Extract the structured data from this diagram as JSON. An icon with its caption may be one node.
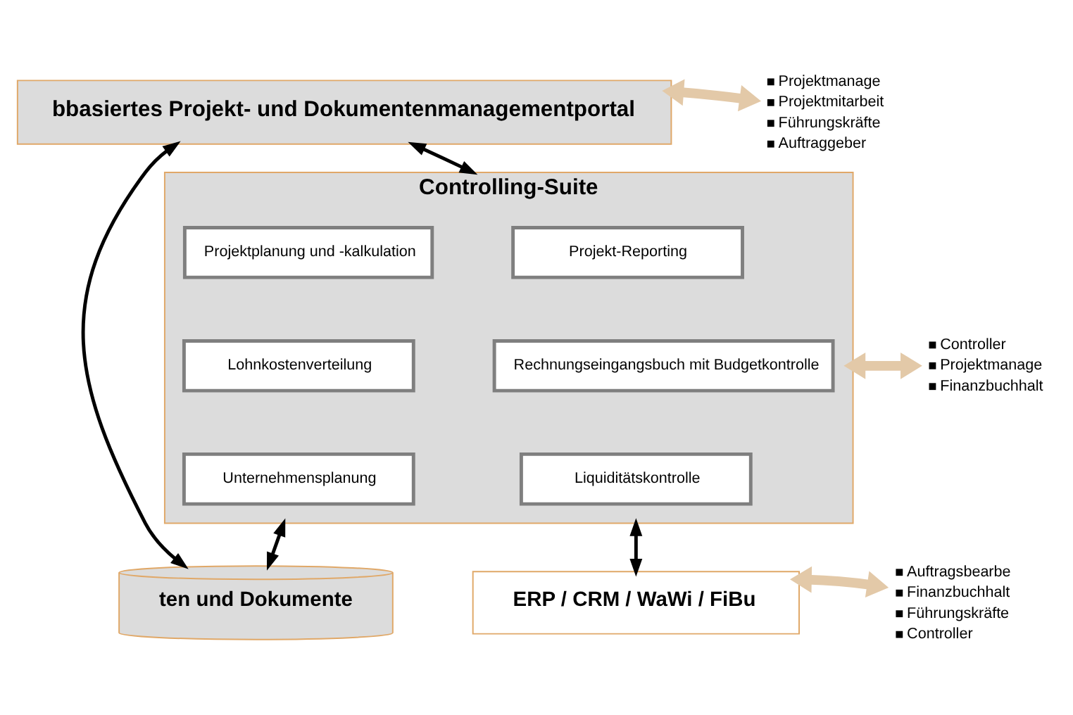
{
  "diagram": {
    "nodes": [
      {
        "text": [
          "bbasiertes Projekt- und Dokumentenmanagementportal"
        ]
      },
      {
        "text": [
          "Controlling-Suite"
        ]
      },
      {
        "text": [
          "Projektplanung und -kalkulation"
        ],
        "in": 1
      },
      {
        "text": [
          "Projekt-Reporting"
        ],
        "in": 1
      },
      {
        "text": [
          "Lohnkostenverteilung"
        ],
        "in": 1
      },
      {
        "text": [
          "Rechnungseingangsbuch mit Budgetkontrolle"
        ],
        "in": 1
      },
      {
        "text": [
          "Unternehmensplanung"
        ],
        "in": 1
      },
      {
        "text": [
          "Liquiditätskontrolle"
        ],
        "in": 1
      },
      {
        "text": [
          "ten und Dokumente"
        ]
      },
      {
        "text": [
          "ERP / CRM / WaWi / FiBu"
        ]
      },
      {
        "text": [
          "Projektmanage",
          "Projektmitarbeit",
          "Führungskräfte",
          "Auftraggeber"
        ]
      },
      {
        "text": [
          "Controller",
          "Projektmanage",
          "Finanzbuchhalt"
        ]
      },
      {
        "text": [
          "Auftragsbearbe",
          "Finanzbuchhalt",
          "Führungskräfte",
          "Controller"
        ]
      }
    ],
    "edges": [
      {
        "from": 0,
        "to": 8,
        "arrow": "both"
      },
      {
        "from": 0,
        "to": 1,
        "arrow": "both"
      },
      {
        "from": 1,
        "to": 8,
        "arrow": "both"
      },
      {
        "from": 1,
        "to": 9,
        "arrow": "both"
      },
      {
        "from": 0,
        "to": 10,
        "arrow": "both",
        "style": "thick",
        "color": "#e3c9a8"
      },
      {
        "from": 1,
        "to": 11,
        "arrow": "both",
        "style": "thick",
        "color": "#e3c9a8"
      },
      {
        "from": 9,
        "to": 12,
        "arrow": "both",
        "style": "thick",
        "color": "#e3c9a8"
      }
    ]
  }
}
